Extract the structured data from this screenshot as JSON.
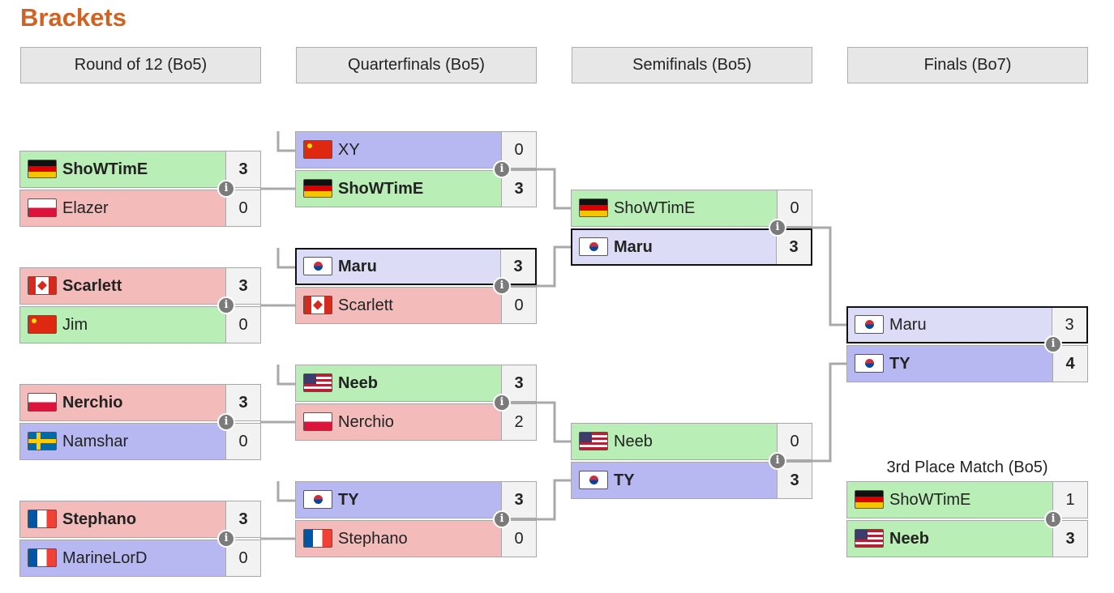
{
  "page": {
    "title": "Brackets"
  },
  "rounds": [
    {
      "label": "Round of 12 (Bo5)"
    },
    {
      "label": "Quarterfinals (Bo5)"
    },
    {
      "label": "Semifinals (Bo5)"
    },
    {
      "label": "Finals (Bo7)"
    }
  ],
  "third_place": {
    "label": "3rd Place Match (Bo5)"
  },
  "colors": {
    "heading": "#d06224",
    "green": "#b9efb6",
    "red": "#f3bcbb",
    "blue": "#b7b7f1",
    "lavender": "#dcdcf7"
  },
  "matches": [
    {
      "id": "r12-1",
      "p1": {
        "name": "ShoWTimE",
        "flag": "de",
        "score": "3"
      },
      "p2": {
        "name": "Elazer",
        "flag": "pl",
        "score": "0"
      }
    },
    {
      "id": "r12-2",
      "p1": {
        "name": "Scarlett",
        "flag": "ca",
        "score": "3"
      },
      "p2": {
        "name": "Jim",
        "flag": "cn",
        "score": "0"
      }
    },
    {
      "id": "r12-3",
      "p1": {
        "name": "Nerchio",
        "flag": "pl",
        "score": "3"
      },
      "p2": {
        "name": "Namshar",
        "flag": "se",
        "score": "0"
      }
    },
    {
      "id": "r12-4",
      "p1": {
        "name": "Stephano",
        "flag": "fr",
        "score": "3"
      },
      "p2": {
        "name": "MarineLorD",
        "flag": "fr",
        "score": "0"
      }
    },
    {
      "id": "qf-1",
      "p1": {
        "name": "XY",
        "flag": "cn",
        "score": "0"
      },
      "p2": {
        "name": "ShoWTimE",
        "flag": "de",
        "score": "3"
      }
    },
    {
      "id": "qf-2",
      "p1": {
        "name": "Maru",
        "flag": "kr",
        "score": "3"
      },
      "p2": {
        "name": "Scarlett",
        "flag": "ca",
        "score": "0"
      }
    },
    {
      "id": "qf-3",
      "p1": {
        "name": "Neeb",
        "flag": "us",
        "score": "3"
      },
      "p2": {
        "name": "Nerchio",
        "flag": "pl",
        "score": "2"
      }
    },
    {
      "id": "qf-4",
      "p1": {
        "name": "TY",
        "flag": "kr",
        "score": "3"
      },
      "p2": {
        "name": "Stephano",
        "flag": "fr",
        "score": "0"
      }
    },
    {
      "id": "sf-1",
      "p1": {
        "name": "ShoWTimE",
        "flag": "de",
        "score": "0"
      },
      "p2": {
        "name": "Maru",
        "flag": "kr",
        "score": "3"
      }
    },
    {
      "id": "sf-2",
      "p1": {
        "name": "Neeb",
        "flag": "us",
        "score": "0"
      },
      "p2": {
        "name": "TY",
        "flag": "kr",
        "score": "3"
      }
    },
    {
      "id": "final",
      "p1": {
        "name": "Maru",
        "flag": "kr",
        "score": "3"
      },
      "p2": {
        "name": "TY",
        "flag": "kr",
        "score": "4"
      }
    },
    {
      "id": "third",
      "p1": {
        "name": "ShoWTimE",
        "flag": "de",
        "score": "1"
      },
      "p2": {
        "name": "Neeb",
        "flag": "us",
        "score": "3"
      }
    }
  ]
}
